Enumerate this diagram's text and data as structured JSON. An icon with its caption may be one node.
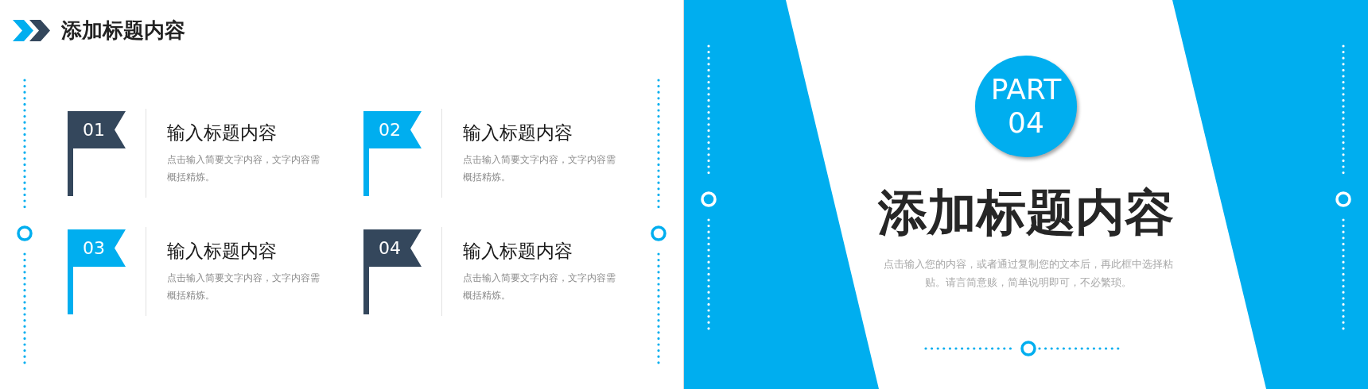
{
  "diagram": {
    "title": "添加标题内容",
    "nodes": [
      {
        "text": [
          "01"
        ],
        "beside": [
          "输入标题内容",
          "点击输入简要文字内容，文字内容需概括精炼。"
        ]
      },
      {
        "text": [
          "02"
        ],
        "beside": [
          "输入标题内容",
          "点击输入简要文字内容，文字内容需概括精炼。"
        ]
      },
      {
        "text": [
          "03"
        ],
        "beside": [
          "输入标题内容",
          "点击输入简要文字内容，文字内容需概括精炼。"
        ]
      },
      {
        "text": [
          "04"
        ],
        "beside": [
          "输入标题内容",
          "点击输入简要文字内容，文字内容需概括精炼。"
        ]
      },
      {
        "text": [
          "PART 04"
        ]
      }
    ],
    "labels": [
      "添加标题内容",
      "点击输入您的内容，或者通过复制您的文本后，再此框中选择粘贴。请言简意赅，简单说明即可，不必繁琐。"
    ]
  }
}
